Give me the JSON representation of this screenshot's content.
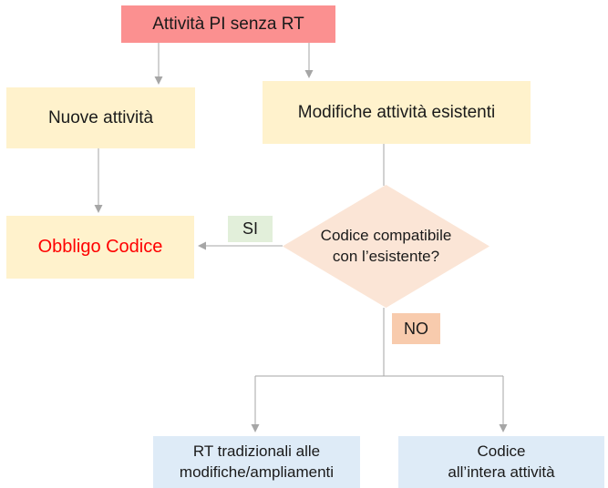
{
  "diagram": {
    "type": "flowchart",
    "language": "it",
    "nodes": {
      "start": {
        "label": "Attività PI senza RT"
      },
      "new_activities": {
        "label": "Nuove attività"
      },
      "modified_activities": {
        "label": "Modifiche attività esistenti"
      },
      "code_obligation": {
        "label": "Obbligo Codice"
      },
      "decision": {
        "line1": "Codice compatibile",
        "line2": "con l’esistente?"
      },
      "yes_label": {
        "label": "SI"
      },
      "no_label": {
        "label": "NO"
      },
      "rt_traditional": {
        "line1": "RT tradizionali alle",
        "line2": "modifiche/ampliamenti"
      },
      "code_entire_activity": {
        "line1": "Codice",
        "line2": "all’intera attività"
      }
    },
    "colors": {
      "start_bg": "#FB9090",
      "process_bg": "#FFF2CC",
      "decision_bg": "#FBE5D6",
      "yes_bg": "#E2EFDA",
      "no_bg": "#F8CBAD",
      "result_bg": "#DEEBF7",
      "obligation_text": "#FF0000",
      "connector": "#A6A6A6",
      "text": "#1A1A1A",
      "background": "#FFFFFF"
    }
  }
}
